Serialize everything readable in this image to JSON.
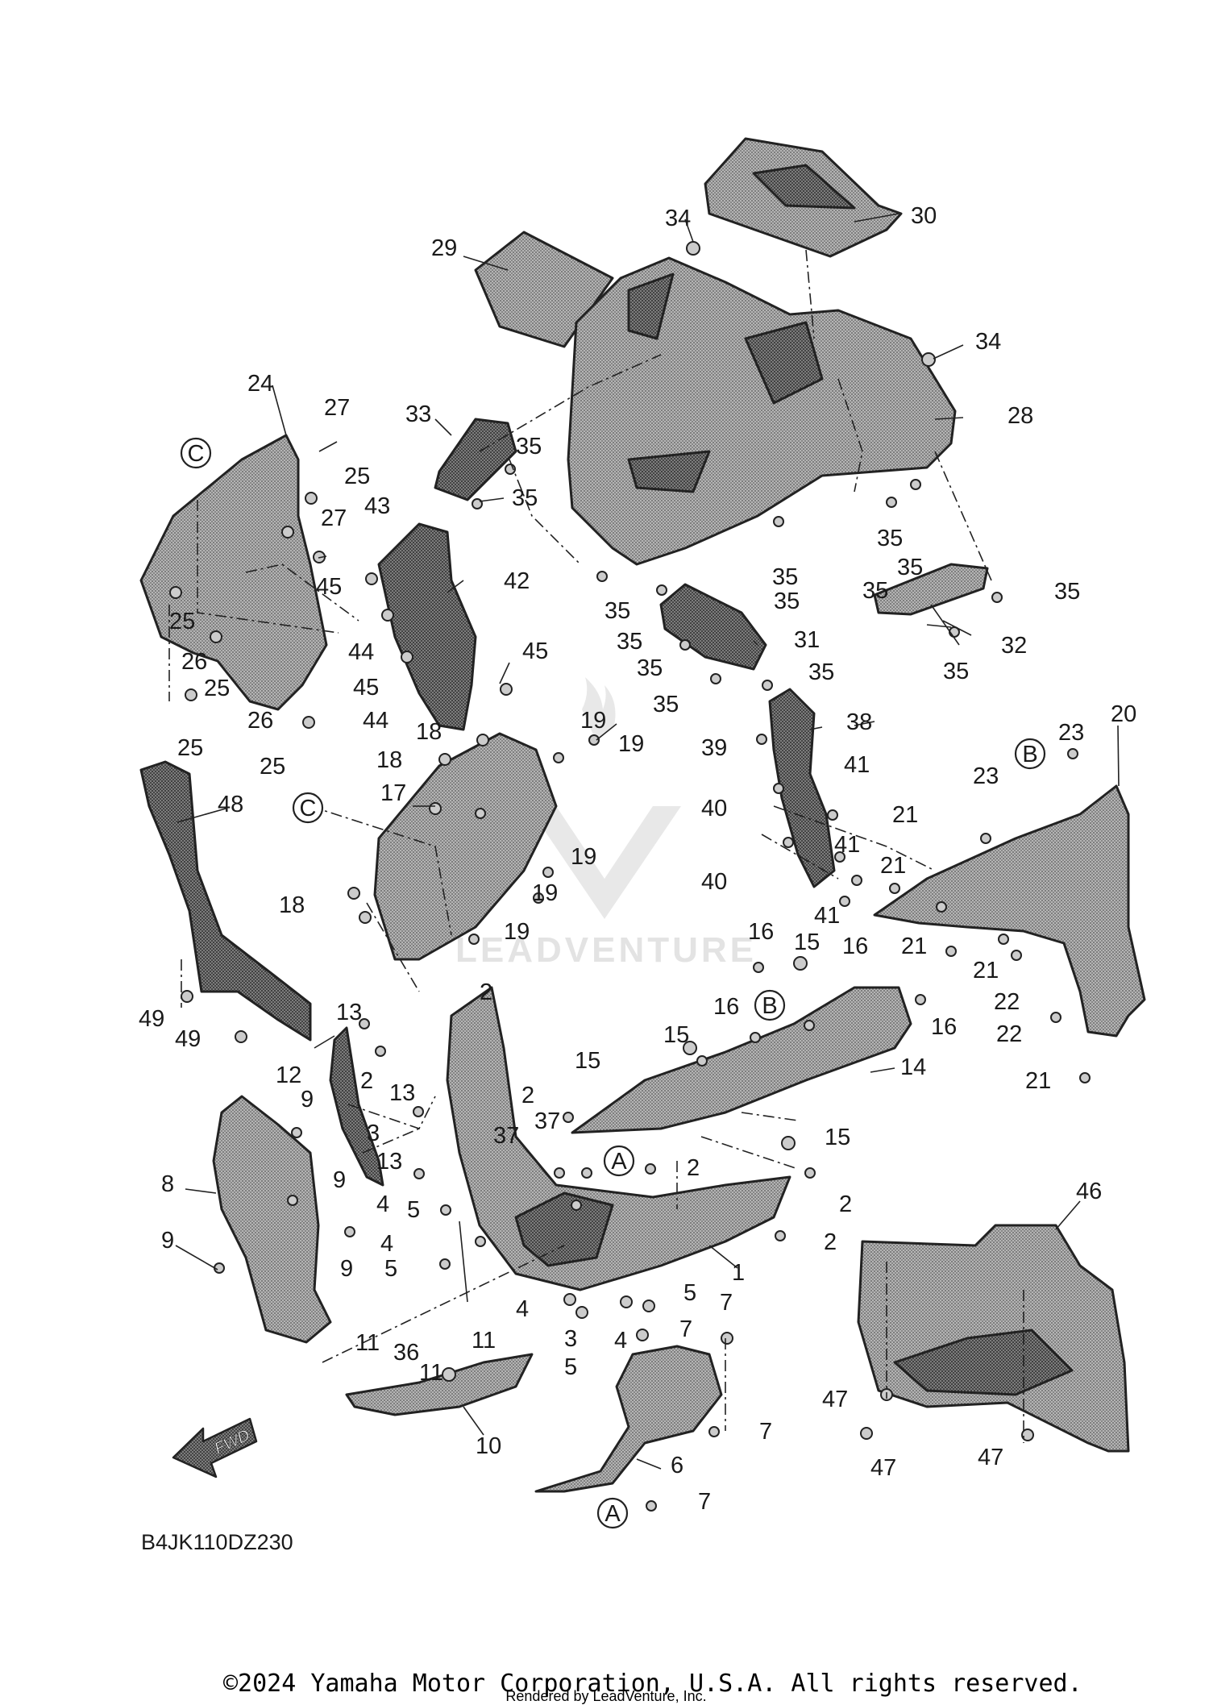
{
  "diagram": {
    "part_code": "B4JK110DZ230",
    "fwd_label": "FWD",
    "copyright": "©2024 Yamaha Motor Corporation, U.S.A. All rights reserved.",
    "rendered_by": "Rendered by LeadVenture, Inc.",
    "watermark": "LEADVENTURE",
    "callouts": [
      {
        "id": "c1",
        "label": "1"
      },
      {
        "id": "c2a",
        "label": "2"
      },
      {
        "id": "c2b",
        "label": "2"
      },
      {
        "id": "c2c",
        "label": "2"
      },
      {
        "id": "c2d",
        "label": "2"
      },
      {
        "id": "c2e",
        "label": "2"
      },
      {
        "id": "c2f",
        "label": "2"
      },
      {
        "id": "c3a",
        "label": "3"
      },
      {
        "id": "c3b",
        "label": "3"
      },
      {
        "id": "c4a",
        "label": "4"
      },
      {
        "id": "c4b",
        "label": "4"
      },
      {
        "id": "c4c",
        "label": "4"
      },
      {
        "id": "c4d",
        "label": "4"
      },
      {
        "id": "c5a",
        "label": "5"
      },
      {
        "id": "c5b",
        "label": "5"
      },
      {
        "id": "c5c",
        "label": "5"
      },
      {
        "id": "c5d",
        "label": "5"
      },
      {
        "id": "c6",
        "label": "6"
      },
      {
        "id": "c7a",
        "label": "7"
      },
      {
        "id": "c7b",
        "label": "7"
      },
      {
        "id": "c7c",
        "label": "7"
      },
      {
        "id": "c7d",
        "label": "7"
      },
      {
        "id": "c8",
        "label": "8"
      },
      {
        "id": "c9a",
        "label": "9"
      },
      {
        "id": "c9b",
        "label": "9"
      },
      {
        "id": "c9c",
        "label": "9"
      },
      {
        "id": "c9d",
        "label": "9"
      },
      {
        "id": "c10",
        "label": "10"
      },
      {
        "id": "c11a",
        "label": "11"
      },
      {
        "id": "c11b",
        "label": "11"
      },
      {
        "id": "c11c",
        "label": "11"
      },
      {
        "id": "c12",
        "label": "12"
      },
      {
        "id": "c13a",
        "label": "13"
      },
      {
        "id": "c13b",
        "label": "13"
      },
      {
        "id": "c13c",
        "label": "13"
      },
      {
        "id": "c14",
        "label": "14"
      },
      {
        "id": "c15a",
        "label": "15"
      },
      {
        "id": "c15b",
        "label": "15"
      },
      {
        "id": "c15c",
        "label": "15"
      },
      {
        "id": "c15d",
        "label": "15"
      },
      {
        "id": "c16a",
        "label": "16"
      },
      {
        "id": "c16b",
        "label": "16"
      },
      {
        "id": "c16c",
        "label": "16"
      },
      {
        "id": "c16d",
        "label": "16"
      },
      {
        "id": "c17",
        "label": "17"
      },
      {
        "id": "c18a",
        "label": "18"
      },
      {
        "id": "c18b",
        "label": "18"
      },
      {
        "id": "c18c",
        "label": "18"
      },
      {
        "id": "c19a",
        "label": "19"
      },
      {
        "id": "c19b",
        "label": "19"
      },
      {
        "id": "c19c",
        "label": "19"
      },
      {
        "id": "c19d",
        "label": "19"
      },
      {
        "id": "c19e",
        "label": "19"
      },
      {
        "id": "c20",
        "label": "20"
      },
      {
        "id": "c21a",
        "label": "21"
      },
      {
        "id": "c21b",
        "label": "21"
      },
      {
        "id": "c21c",
        "label": "21"
      },
      {
        "id": "c21d",
        "label": "21"
      },
      {
        "id": "c21e",
        "label": "21"
      },
      {
        "id": "c22a",
        "label": "22"
      },
      {
        "id": "c22b",
        "label": "22"
      },
      {
        "id": "c23a",
        "label": "23"
      },
      {
        "id": "c23b",
        "label": "23"
      },
      {
        "id": "c24",
        "label": "24"
      },
      {
        "id": "c25a",
        "label": "25"
      },
      {
        "id": "c25b",
        "label": "25"
      },
      {
        "id": "c25c",
        "label": "25"
      },
      {
        "id": "c25d",
        "label": "25"
      },
      {
        "id": "c25e",
        "label": "25"
      },
      {
        "id": "c26a",
        "label": "26"
      },
      {
        "id": "c26b",
        "label": "26"
      },
      {
        "id": "c27a",
        "label": "27"
      },
      {
        "id": "c27b",
        "label": "27"
      },
      {
        "id": "c28",
        "label": "28"
      },
      {
        "id": "c29",
        "label": "29"
      },
      {
        "id": "c30",
        "label": "30"
      },
      {
        "id": "c31",
        "label": "31"
      },
      {
        "id": "c32",
        "label": "32"
      },
      {
        "id": "c33",
        "label": "33"
      },
      {
        "id": "c34a",
        "label": "34"
      },
      {
        "id": "c34b",
        "label": "34"
      },
      {
        "id": "c35a",
        "label": "35"
      },
      {
        "id": "c35b",
        "label": "35"
      },
      {
        "id": "c35c",
        "label": "35"
      },
      {
        "id": "c35d",
        "label": "35"
      },
      {
        "id": "c35e",
        "label": "35"
      },
      {
        "id": "c35f",
        "label": "35"
      },
      {
        "id": "c35g",
        "label": "35"
      },
      {
        "id": "c35h",
        "label": "35"
      },
      {
        "id": "c35i",
        "label": "35"
      },
      {
        "id": "c35j",
        "label": "35"
      },
      {
        "id": "c35k",
        "label": "35"
      },
      {
        "id": "c35l",
        "label": "35"
      },
      {
        "id": "c35m",
        "label": "35"
      },
      {
        "id": "c35n",
        "label": "35"
      },
      {
        "id": "c36",
        "label": "36"
      },
      {
        "id": "c37a",
        "label": "37"
      },
      {
        "id": "c37b",
        "label": "37"
      },
      {
        "id": "c38",
        "label": "38"
      },
      {
        "id": "c39",
        "label": "39"
      },
      {
        "id": "c40a",
        "label": "40"
      },
      {
        "id": "c40b",
        "label": "40"
      },
      {
        "id": "c41a",
        "label": "41"
      },
      {
        "id": "c41b",
        "label": "41"
      },
      {
        "id": "c41c",
        "label": "41"
      },
      {
        "id": "c42",
        "label": "42"
      },
      {
        "id": "c43",
        "label": "43"
      },
      {
        "id": "c44a",
        "label": "44"
      },
      {
        "id": "c44b",
        "label": "44"
      },
      {
        "id": "c45a",
        "label": "45"
      },
      {
        "id": "c45b",
        "label": "45"
      },
      {
        "id": "c45c",
        "label": "45"
      },
      {
        "id": "c46",
        "label": "46"
      },
      {
        "id": "c47a",
        "label": "47"
      },
      {
        "id": "c47b",
        "label": "47"
      },
      {
        "id": "c47c",
        "label": "47"
      },
      {
        "id": "c48",
        "label": "48"
      },
      {
        "id": "c49a",
        "label": "49"
      },
      {
        "id": "c49b",
        "label": "49"
      }
    ],
    "reference_marks": [
      {
        "id": "rC1",
        "label": "C"
      },
      {
        "id": "rC2",
        "label": "C"
      },
      {
        "id": "rB1",
        "label": "B"
      },
      {
        "id": "rB2",
        "label": "B"
      },
      {
        "id": "rA1",
        "label": "A"
      },
      {
        "id": "rA2",
        "label": "A"
      }
    ]
  }
}
